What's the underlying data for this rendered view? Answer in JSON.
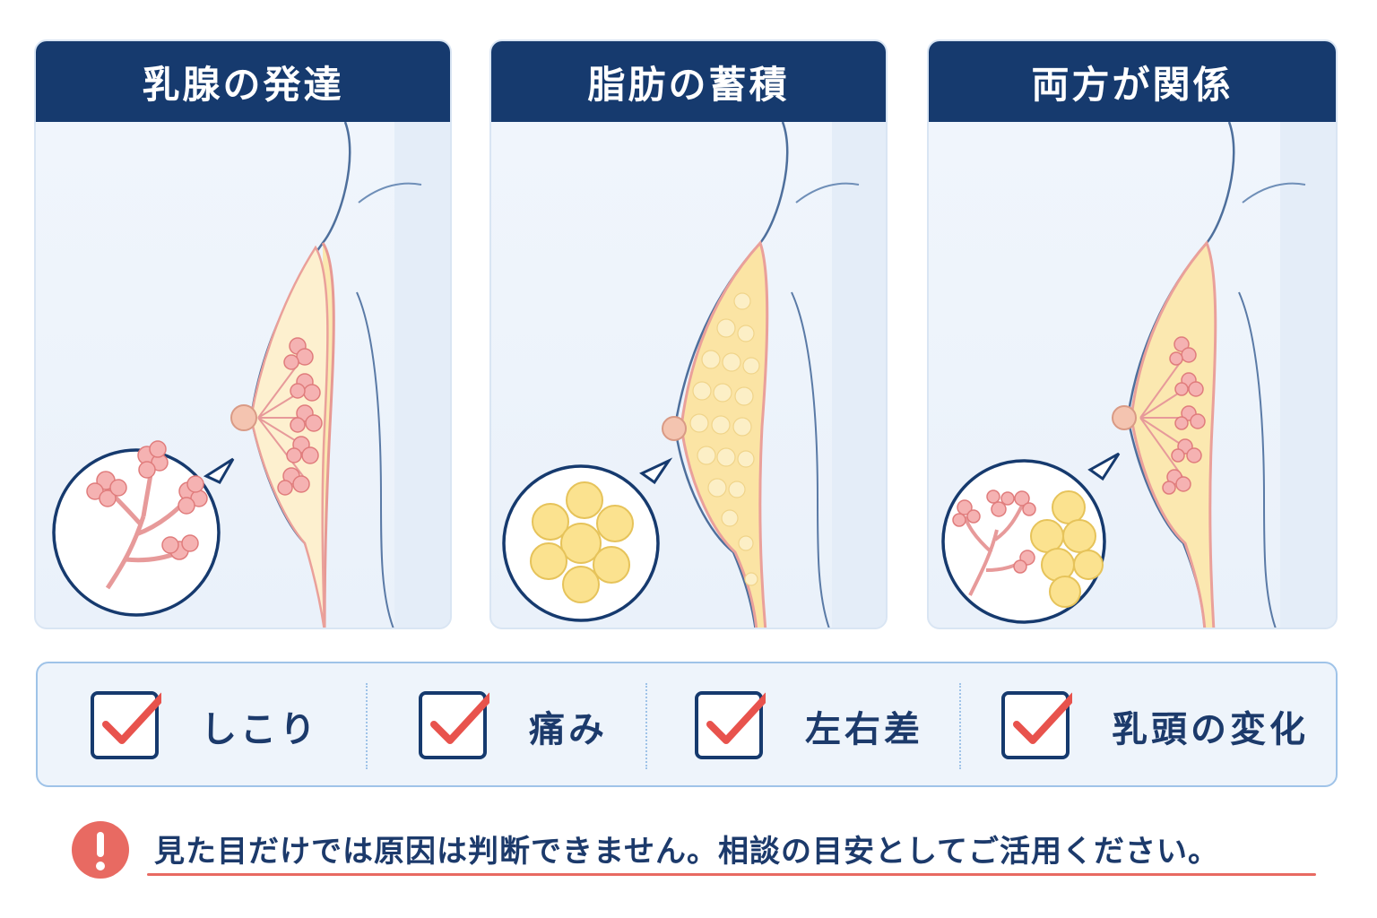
{
  "panels": [
    {
      "title": "乳腺の発達",
      "inset_icon": "mammary-gland-icon"
    },
    {
      "title": "脂肪の蓄積",
      "inset_icon": "fat-cells-icon"
    },
    {
      "title": "両方が関係",
      "inset_icon": "gland-and-fat-icon"
    }
  ],
  "checklist": {
    "items": [
      {
        "label": "しこり"
      },
      {
        "label": "痛み"
      },
      {
        "label": "左右差"
      },
      {
        "label": "乳頭の変化"
      }
    ]
  },
  "notice": {
    "icon": "exclamation-icon",
    "text": "見た目だけでは原因は判断できません。相談の目安としてご活用ください。"
  },
  "colors": {
    "header": "#163a6e",
    "accent_red": "#e86a62",
    "check_red": "#e8534d",
    "gland_pink": "#f2a8a8",
    "fat_yellow": "#f9e19a",
    "border_blue": "#9fc3e8"
  }
}
